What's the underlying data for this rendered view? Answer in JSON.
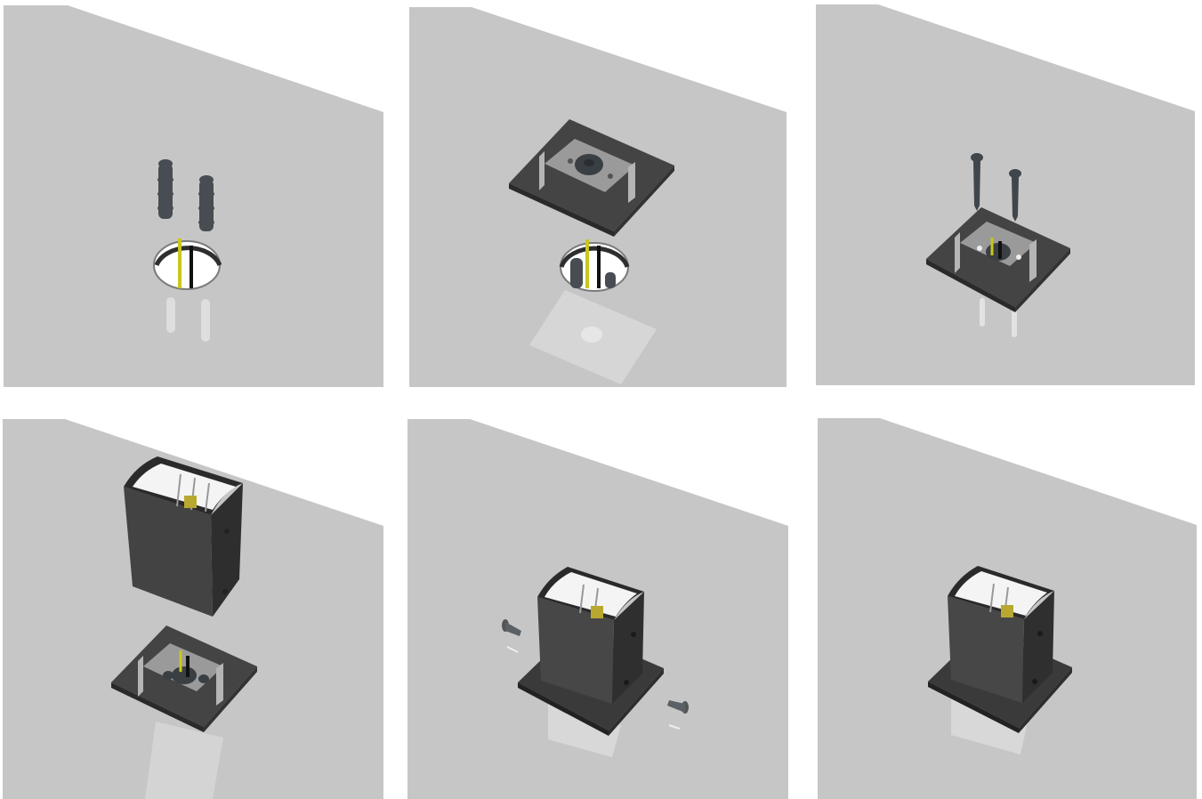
{
  "figure": {
    "steps": [
      {
        "illustration": "wall-plugs-and-wires-at-hole"
      },
      {
        "illustration": "mounting-plate-over-hole"
      },
      {
        "illustration": "screws-into-mounting-plate"
      },
      {
        "illustration": "lamp-housing-above-mounting-plate"
      },
      {
        "illustration": "side-screws-into-housing"
      },
      {
        "illustration": "assembled-wall-lamp"
      }
    ],
    "colors": {
      "wall": "#c6c6c6",
      "background": "#ffffff",
      "part_dark": "#3f3f3f",
      "plate": "#4a4a4a",
      "bracket": "#9a9a9a",
      "wire_yellow": "#c8c81e",
      "wire_black": "#111111",
      "reflector": "#f4f4f4"
    }
  }
}
